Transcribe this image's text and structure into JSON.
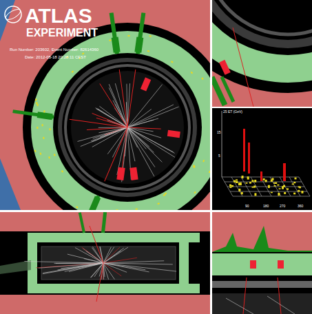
{
  "diagram": {
    "labels": [
      "ATLAS",
      "EXPERIMENT",
      "Run Number: 203602, Event Number: 82614360",
      "Date: 2012-05-18 20:28:11 CEST",
      "25 ET (GeV)",
      "15",
      "5",
      "90",
      "180",
      "270",
      "360"
    ]
  }
}
